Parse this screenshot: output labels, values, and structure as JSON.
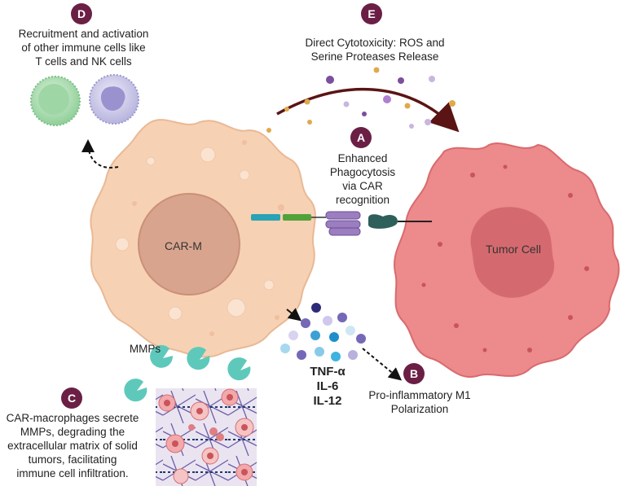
{
  "badges": {
    "a": "A",
    "b": "B",
    "c": "C",
    "d": "D",
    "e": "E"
  },
  "labels": {
    "recruitment": "Recruitment and activation of other immune cells like T cells and NK cells",
    "recruitment_lines": [
      "Recruitment and activation",
      "of other immune cells like",
      "T cells and NK cells"
    ],
    "cytotoxicity_lines": [
      "Direct Cytotoxicity: ROS and",
      "Serine Proteases Release"
    ],
    "phagocytosis_lines": [
      "Enhanced",
      "Phagocytosis",
      "via CAR",
      "recognition"
    ],
    "polarization_lines": [
      "Pro-inflammatory M1",
      "Polarization"
    ],
    "ecm_lines": [
      "CAR-macrophages secrete",
      "MMPs, degrading the",
      "extracellular matrix of solid",
      "tumors, facilitating",
      "immune cell infiltration."
    ],
    "mmps": "MMPs",
    "car_m": "CAR-M",
    "tumor_cell": "Tumor Cell",
    "cytokines": [
      "TNF-α",
      "IL-6",
      "IL-12"
    ]
  },
  "colors": {
    "badge": "#6b1f45",
    "macrophage": "#f7d1b3",
    "macrophage_nucleus": "#d9a48e",
    "tumor": "#ec8a8c",
    "tumor_nucleus": "#d46a6f",
    "mmp": "#5ec9bb",
    "arrow": "#5a1414"
  }
}
